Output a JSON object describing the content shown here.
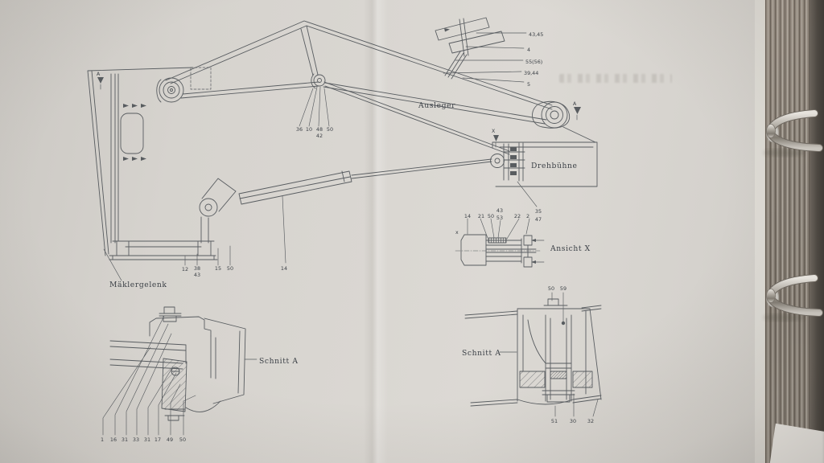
{
  "drawing": {
    "labels": {
      "ausleger": "Ausleger",
      "drehbuehne": "Drehbühne",
      "maeklergelenk": "Mäklergelenk",
      "ansicht_x": "Ansicht X",
      "schnitt_a_left": "Schnitt A",
      "schnitt_a_right": "Schnitt A"
    },
    "markers": {
      "a_left": "A",
      "a_right": "A",
      "x_view": "X",
      "x_detail": "x"
    },
    "callouts": {
      "lever": [
        "43,45",
        "4",
        "55(56)",
        "39,44",
        "5"
      ],
      "boom_joint": [
        "36",
        "10",
        "48",
        "50"
      ],
      "boom_joint_sub": "42",
      "ansicht_row": [
        "14",
        "21",
        "50",
        "43",
        "53",
        "22",
        "2"
      ],
      "ansicht_stack": [
        "35",
        "47"
      ],
      "base_row": [
        "12",
        "38",
        "43",
        "15",
        "50"
      ],
      "cylinder": "14",
      "section_left_row": [
        "1",
        "16",
        "31",
        "33",
        "31",
        "17",
        "49",
        "50"
      ],
      "section_right_top": [
        "50",
        "59"
      ],
      "section_right_bottom": [
        "51",
        "30",
        "32"
      ]
    }
  },
  "colors": {
    "paper": "#d6d3ce",
    "ink": "#474c51",
    "ring_metal": "#b7b2aa"
  }
}
